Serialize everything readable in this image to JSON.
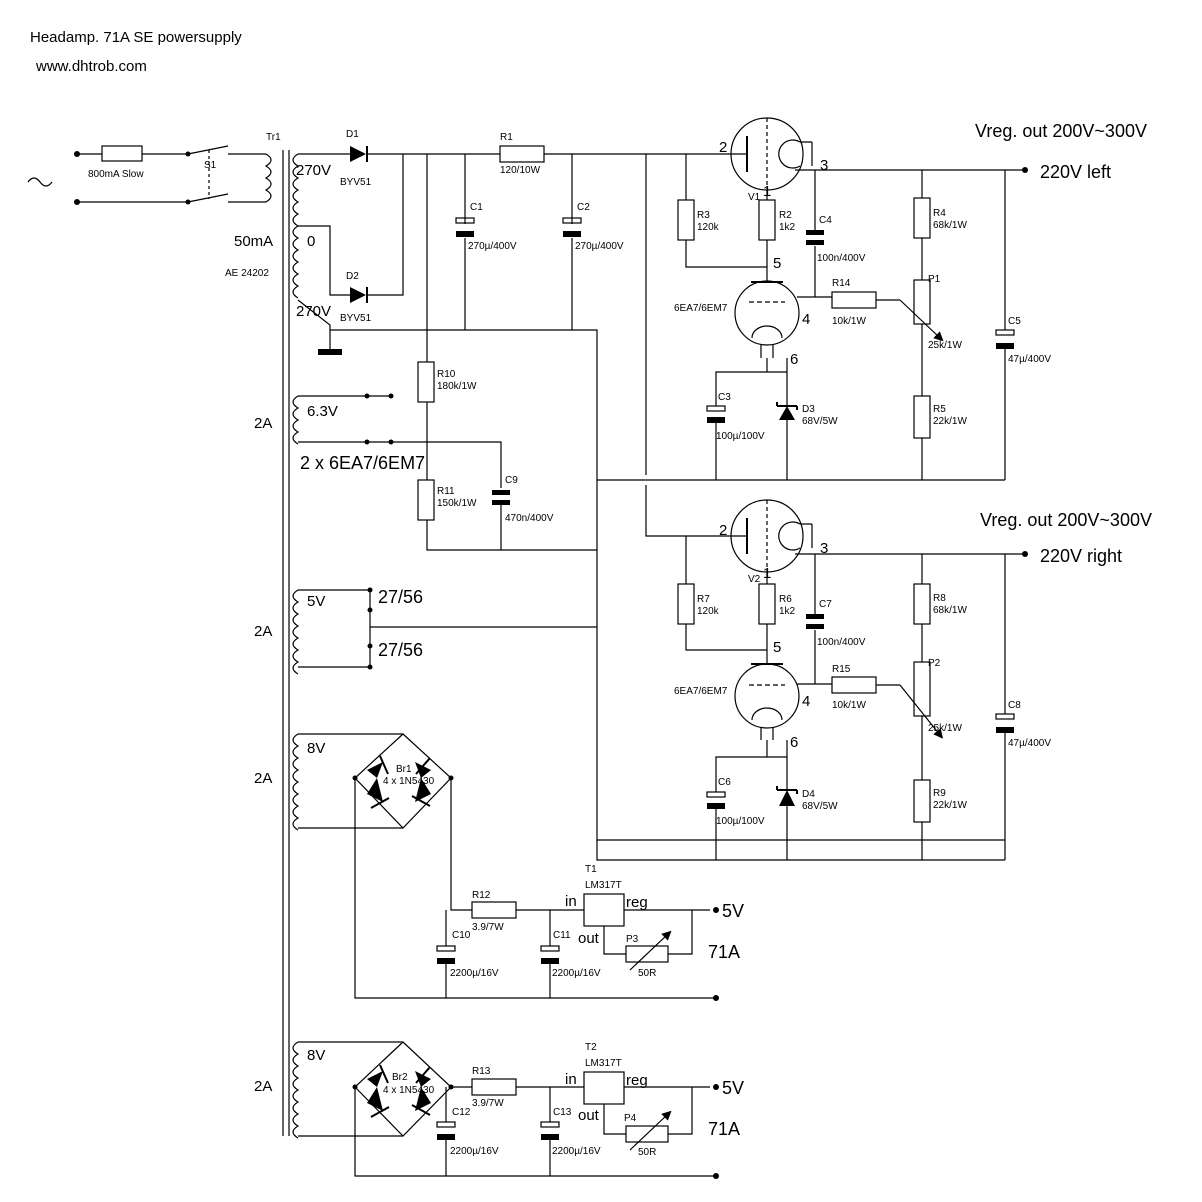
{
  "title": "Headamp. 71A SE powersupply",
  "website": "www.dhtrob.com",
  "mains": {
    "fuse": "800mA Slow",
    "switch": "S1",
    "transformer": "Tr1",
    "transformer_part": "AE 24202"
  },
  "ht": {
    "tap_top": "270V",
    "tap_center": "0",
    "tap_bottom": "270V",
    "current": "50mA",
    "d1": "D1",
    "d1_type": "BYV51",
    "d2": "D2",
    "d2_type": "BYV51",
    "c1": "C1",
    "c1_value": "270µ/400V",
    "r1": "R1",
    "r1_value": "120/10W",
    "c2": "C2",
    "c2_value": "270µ/400V"
  },
  "heater": {
    "volts": "6.3V",
    "current": "2A",
    "label": "2 x 6EA7/6EM7",
    "r10": "R10",
    "r10_value": "180k/1W",
    "r11": "R11",
    "r11_value": "150k/1W",
    "c9": "C9",
    "c9_value": "470n/400V"
  },
  "rect5v": {
    "volts": "5V",
    "current": "2A",
    "tube_a": "27/56",
    "tube_b": "27/56"
  },
  "reg_left": {
    "title": "Vreg. out 200V~300V",
    "output": "220V left",
    "v1": "V1",
    "tube": "6EA7/6EM7",
    "pin2": "2",
    "pin3": "3",
    "pin1": "1",
    "pin5": "5",
    "pin4": "4",
    "pin6": "6",
    "r3": "R3",
    "r3_value": "120k",
    "r2": "R2",
    "r2_value": "1k2",
    "c4": "C4",
    "c4_value": "100n/400V",
    "r14": "R14",
    "r14_value": "10k/1W",
    "r4": "R4",
    "r4_value": "68k/1W",
    "p1": "P1",
    "p1_value": "25k/1W",
    "r5": "R5",
    "r5_value": "22k/1W",
    "c5": "C5",
    "c5_value": "47µ/400V",
    "c3": "C3",
    "c3_value": "100µ/100V",
    "d3": "D3",
    "d3_value": "68V/5W"
  },
  "reg_right": {
    "title": "Vreg. out 200V~300V",
    "output": "220V right",
    "v2": "V2",
    "tube": "6EA7/6EM7",
    "pin2": "2",
    "pin3": "3",
    "pin1": "1",
    "pin5": "5",
    "pin4": "4",
    "pin6": "6",
    "r7": "R7",
    "r7_value": "120k",
    "r6": "R6",
    "r6_value": "1k2",
    "c7": "C7",
    "c7_value": "100n/400V",
    "r15": "R15",
    "r15_value": "10k/1W",
    "r8": "R8",
    "r8_value": "68k/1W",
    "p2": "P2",
    "p2_value": "25k/1W",
    "r9": "R9",
    "r9_value": "22k/1W",
    "c8": "C8",
    "c8_value": "47µ/400V",
    "c6": "C6",
    "c6_value": "100µ/100V",
    "d4": "D4",
    "d4_value": "68V/5W"
  },
  "fil1": {
    "volts": "8V",
    "current": "2A",
    "bridge": "Br1",
    "bridge_value": "4 x 1N5430",
    "r12": "R12",
    "r12_value": "3.9/7W",
    "c10": "C10",
    "c10_value": "2200µ/16V",
    "c11": "C11",
    "c11_value": "2200µ/16V",
    "t1": "T1",
    "t1_type": "LM317T",
    "in": "in",
    "reg": "reg",
    "out": "out",
    "p3": "P3",
    "p3_value": "50R",
    "output": "5V",
    "tube": "71A"
  },
  "fil2": {
    "volts": "8V",
    "current": "2A",
    "bridge": "Br2",
    "bridge_value": "4 x 1N5430",
    "r13": "R13",
    "r13_value": "3.9/7W",
    "c12": "C12",
    "c12_value": "2200µ/16V",
    "c13": "C13",
    "c13_value": "2200µ/16V",
    "t2": "T2",
    "t2_type": "LM317T",
    "in": "in",
    "reg": "reg",
    "out": "out",
    "p4": "P4",
    "p4_value": "50R",
    "output": "5V",
    "tube": "71A"
  }
}
